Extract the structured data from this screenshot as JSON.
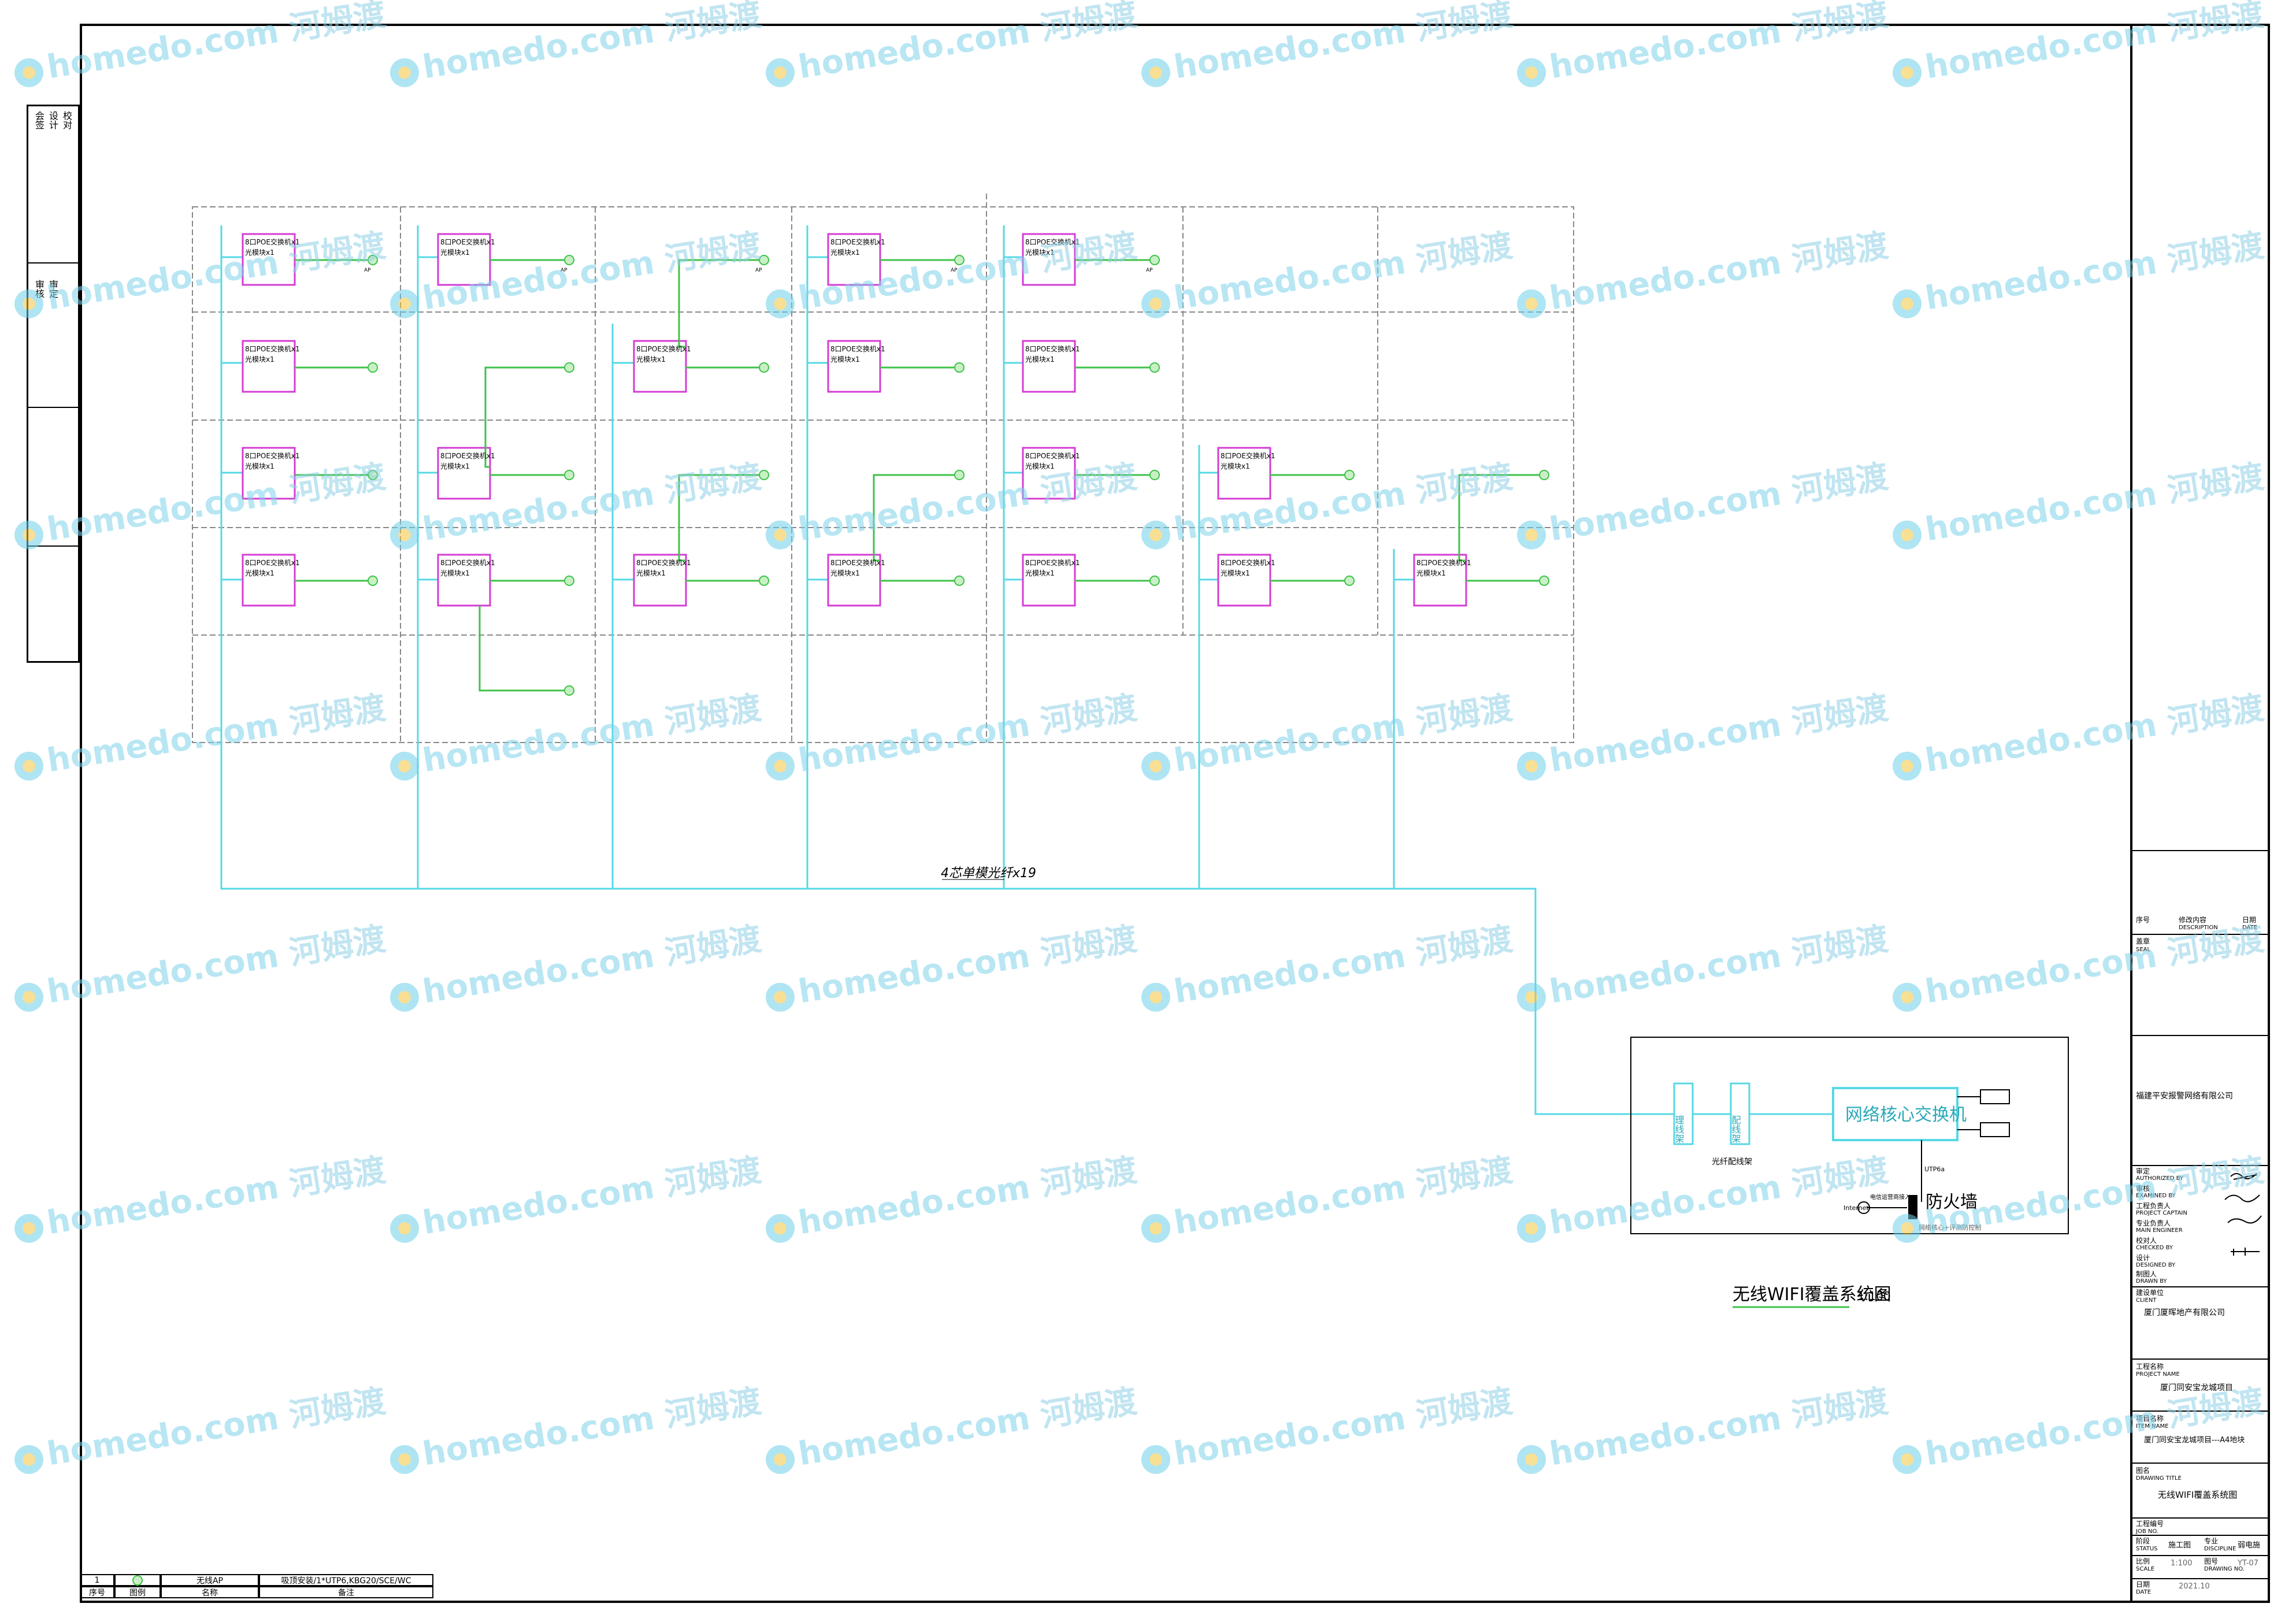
{
  "diagram": {
    "title": "无线WIFI覆盖系统图",
    "scale": "1:100",
    "fiber_label": "4芯单模光纤x19",
    "switch_box": {
      "main": "网络核心交换机",
      "patch1": "理线架",
      "patch2": "配线架",
      "fiber_tag": "光纤配线架",
      "firewall": "防火墙",
      "utp": "UTP6a",
      "internet": "Internet",
      "operator": "电信运营商接入",
      "note": "网络核心+评测防控制"
    },
    "ap_box": {
      "line1": "8口POE交换机x1",
      "line2": "光模块x1",
      "ap": "AP"
    }
  },
  "legend": {
    "rows": [
      {
        "no": "1",
        "name": "无线AP",
        "note": "吸顶安装/1*UTP6,KBG20/SCE/WC"
      }
    ],
    "headers": {
      "no": "序号",
      "icon": "图例",
      "name": "名称",
      "note": "备注"
    }
  },
  "title_block": {
    "company": "福建平安报警网络有限公司",
    "client_label": "建设单位",
    "client_en": "CLIENT",
    "client": "厦门厦晖地产有限公司",
    "project_label": "工程名称",
    "project_en": "PROJECT NAME",
    "project": "厦门同安宝龙城项目",
    "item_label": "项目名称",
    "item_en": "ITEM NAME",
    "item": "厦门同安宝龙城项目---A4地块",
    "drawing_label": "图名",
    "drawing_en": "DRAWING TITLE",
    "drawing": "无线WIFI覆盖系统图",
    "job_label": "工程编号",
    "job_en": "JOB NO.",
    "status_label": "阶段",
    "status_en": "STATUS",
    "status": "施工图",
    "discipline_label": "专业",
    "discipline_en": "DISCIPLINE",
    "discipline": "弱电施",
    "scale_label": "比例",
    "scale_en": "SCALE",
    "scale": "1:100",
    "drawing_no_label": "图号",
    "drawing_no_en": "DRAWING NO.",
    "drawing_no": "YT-07",
    "date_label": "日期",
    "date_en": "DATE",
    "date": "2021.10",
    "rev_no": "序号",
    "rev_desc": "修改内容",
    "rev_desc_en": "DESCRIPTION",
    "rev_date": "日期",
    "rev_date_en": "DATE",
    "seal": "盖章",
    "seal_en": "SEAL",
    "approved": "审定",
    "approved_en": "AUTHORIZED BY",
    "examined": "审核",
    "examined_en": "EXAMINED BY",
    "captain": "工程负责人",
    "captain_en": "PROJECT CAPTAIN",
    "engineer": "专业负责人",
    "engineer_en": "MAIN ENGINEER",
    "checked": "校对人",
    "checked_en": "CHECKED BY",
    "designed": "设计",
    "designed_en": "DESIGNED BY",
    "drawn": "制图人",
    "drawn_en": "DRAWN BY"
  },
  "left_strip": {
    "labels": [
      "会签",
      "设计",
      "校对",
      "审核",
      "审定"
    ]
  },
  "watermark": {
    "en": "homedo.com",
    "cn": "河姆渡"
  }
}
